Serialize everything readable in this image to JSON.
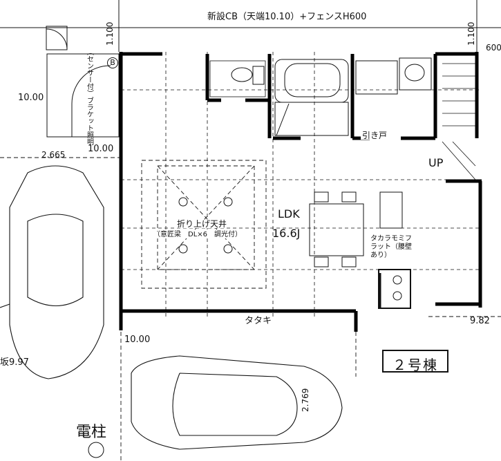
{
  "plan": {
    "top_fence_note": "新設CB（天端10.10）+フェンスH600",
    "dim_left_1100": "1.100",
    "dim_right_1100": "1.100",
    "right_edge_600": "600",
    "level_1000_a": "10.00",
    "level_1000_b": "10.00",
    "level_1000_c": "10.00",
    "dim_2665": "2.665",
    "dim_2769": "2.769",
    "level_982": "9.82",
    "level_997": "坂9.97",
    "light_note": "（センサー付）ブラケット照明",
    "light_symbol": "B",
    "sliding_door": "引き戸",
    "up_label": "UP",
    "ldk_label": "LDK",
    "ldk_area": "16.6J",
    "ceiling_note_1": "折り上げ天井",
    "ceiling_note_2": "（意匠梁　DL×6　調光付）",
    "kitchen_note": "タカラモミフラット（腰壁あり）",
    "tataki": "タタキ",
    "building_no": "２号棟",
    "utility_pole": "電柱"
  }
}
